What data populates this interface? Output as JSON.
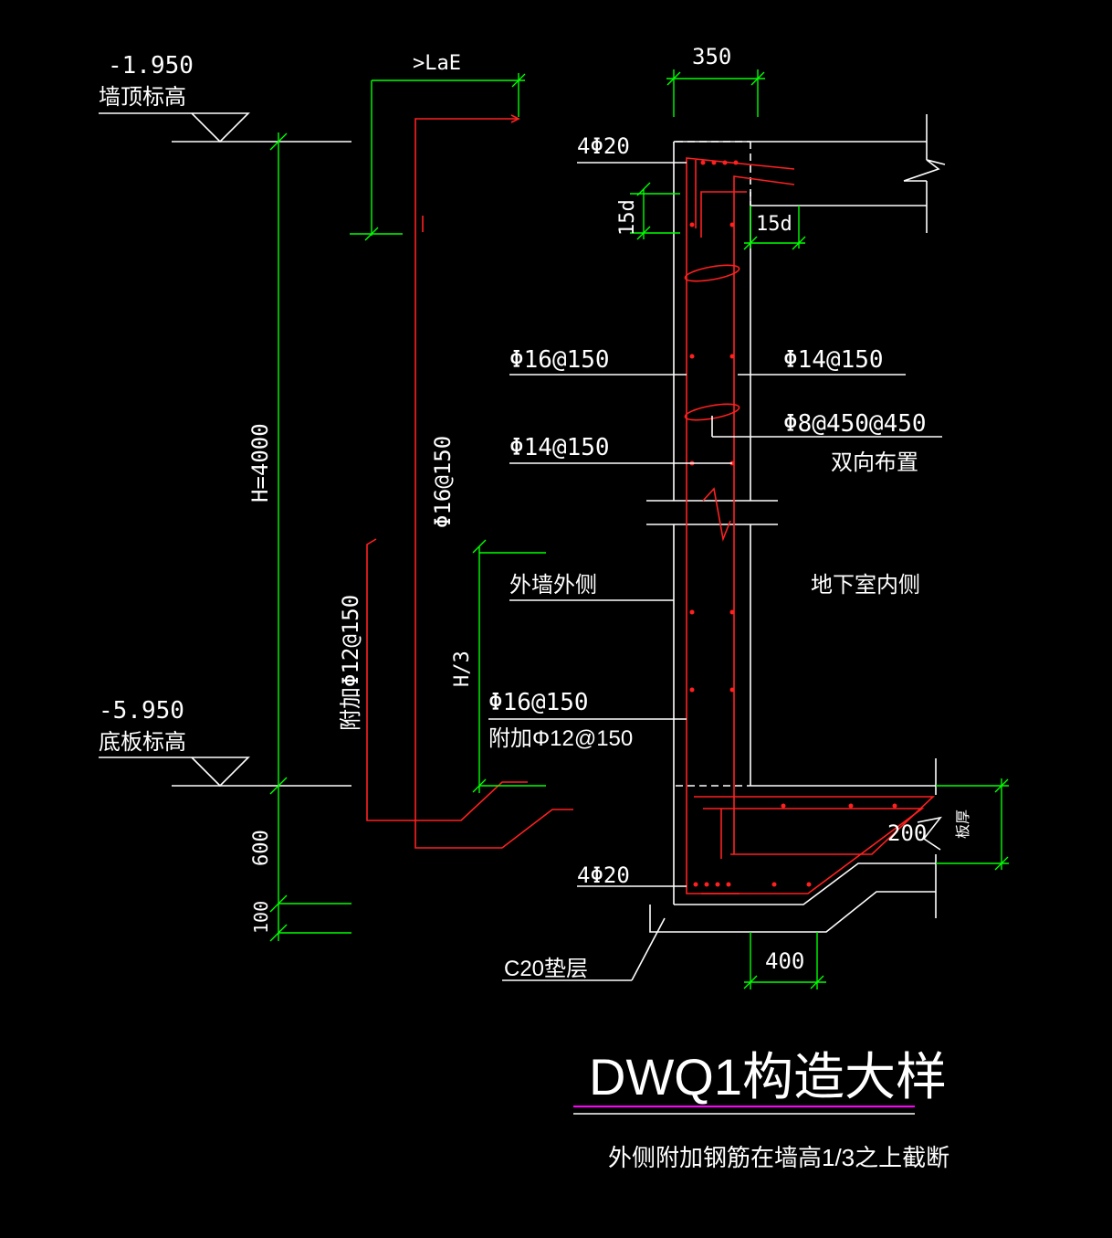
{
  "colors": {
    "background": "#000000",
    "dimension": "#00ff00",
    "concrete": "#ffffff",
    "rebar": "#ff2020",
    "title_underline": "#ff00ff"
  },
  "labels": {
    "top_elev_value": "-1.950",
    "top_elev_text": "墙顶标高",
    "bottom_elev_value": "-5.950",
    "bottom_elev_text": "底板标高",
    "dim_height": "H=4000",
    "dim_600": "600",
    "dim_100": "100",
    "dim_350": "350",
    "dim_lae": ">LaE",
    "dim_15d_v": "15d",
    "dim_15d_h": "15d",
    "dim_h3": "H/3",
    "dim_400": "400",
    "dim_200": "200",
    "dim_slab": "板厚",
    "rebar_top": "4Φ20",
    "rebar_bottom": "4Φ20",
    "rebar_outer_1": "Φ16@150",
    "rebar_inner_1": "Φ14@150",
    "rebar_tie": "Φ8@450@450",
    "rebar_tie_note": "双向布置",
    "rebar_inner_2": "Φ14@150",
    "rebar_vertical": "Φ16@150",
    "rebar_extra_vertical": "附加Φ12@150",
    "outer_side": "外墙外侧",
    "inner_side": "地下室内侧",
    "rebar_outer_2": "Φ16@150",
    "rebar_outer_2_extra": "附加Φ12@150",
    "cushion": "C20垫层"
  },
  "title": {
    "main": "DWQ1构造大样",
    "note": "外侧附加钢筋在墙高1/3之上截断"
  }
}
